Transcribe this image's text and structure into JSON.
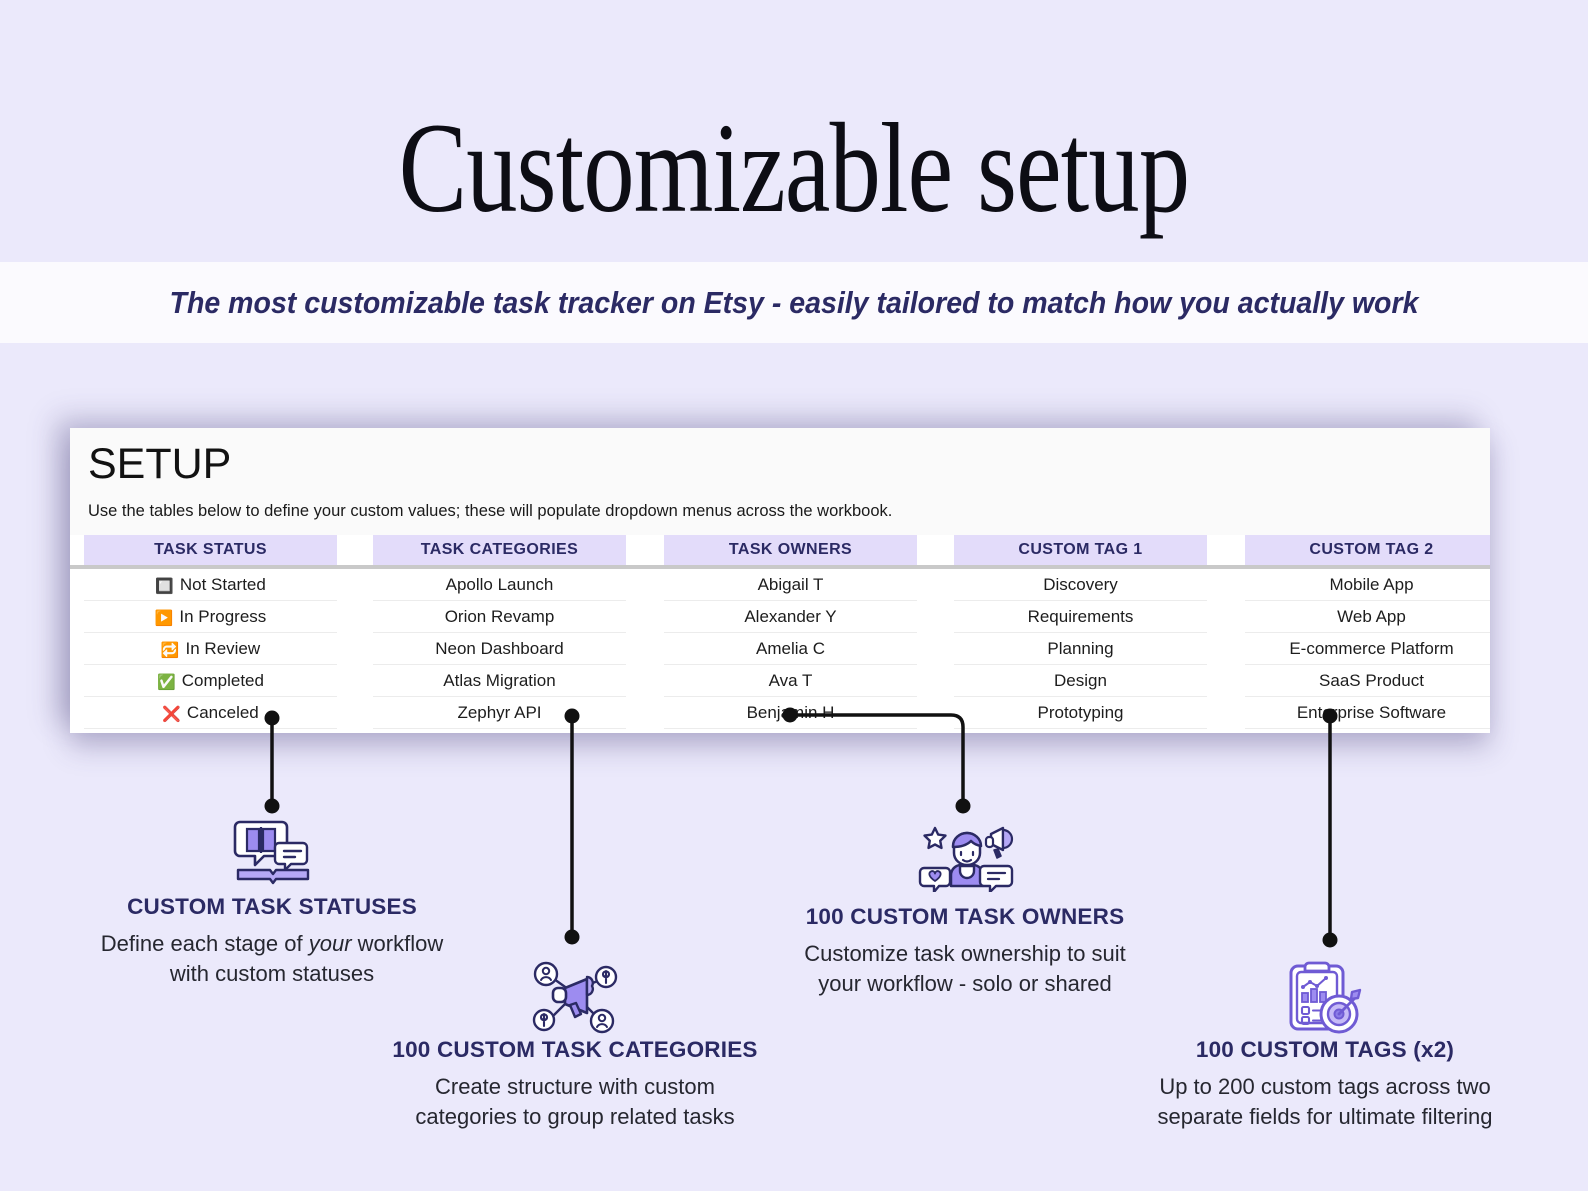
{
  "hero": {
    "title": "Customizable setup",
    "subtitle": "The most customizable task tracker on Etsy - easily tailored to match how you actually work"
  },
  "colors": {
    "page_background": "#ebe9fb",
    "subtitle_band": "#fbfafe",
    "accent_navy": "#2b2a64",
    "accent_purple": "#8b7ce8",
    "table_header_bg": "#e3dcfa",
    "panel_bg": "#ffffff",
    "panel_head_bg": "#fafafa",
    "connector": "#111111"
  },
  "panel": {
    "heading": "SETUP",
    "instructions": "Use the tables below to define your custom values; these will populate dropdown menus across the workbook.",
    "columns": [
      {
        "header": "TASK STATUS",
        "cells": [
          {
            "icon": "blue-square-icon",
            "glyph": "🔲",
            "label": "Not Started"
          },
          {
            "icon": "blue-play-icon",
            "glyph": "▶️",
            "label": "In Progress"
          },
          {
            "icon": "blue-cycle-icon",
            "glyph": "🔁",
            "label": "In Review"
          },
          {
            "icon": "green-check-icon",
            "glyph": "✅",
            "label": "Completed"
          },
          {
            "icon": "red-cross-icon",
            "glyph": "❌",
            "label": "Canceled"
          }
        ]
      },
      {
        "header": "TASK CATEGORIES",
        "cells": [
          {
            "label": "Apollo Launch"
          },
          {
            "label": "Orion Revamp"
          },
          {
            "label": "Neon Dashboard"
          },
          {
            "label": "Atlas Migration"
          },
          {
            "label": "Zephyr API"
          }
        ]
      },
      {
        "header": "TASK OWNERS",
        "cells": [
          {
            "label": "Abigail T"
          },
          {
            "label": "Alexander Y"
          },
          {
            "label": "Amelia C"
          },
          {
            "label": "Ava T"
          },
          {
            "label": "Benjamin H"
          }
        ]
      },
      {
        "header": "CUSTOM TAG 1",
        "cells": [
          {
            "label": "Discovery"
          },
          {
            "label": "Requirements"
          },
          {
            "label": "Planning"
          },
          {
            "label": "Design"
          },
          {
            "label": "Prototyping"
          }
        ]
      },
      {
        "header": "CUSTOM TAG 2",
        "cells": [
          {
            "label": "Mobile App"
          },
          {
            "label": "Web App"
          },
          {
            "label": "E-commerce Platform"
          },
          {
            "label": "SaaS Product"
          },
          {
            "label": "Enterprise Software"
          }
        ]
      }
    ]
  },
  "callouts": [
    {
      "icon": "open-book-speech-bubble-icon",
      "title": "CUSTOM TASK STATUSES",
      "desc_line1_a": "Define each stage of ",
      "desc_line1_em": "your",
      "desc_line1_b": " workflow",
      "desc_line2": "with custom statuses"
    },
    {
      "icon": "megaphone-network-icon",
      "title": "100 CUSTOM TASK CATEGORIES",
      "desc_line1": "Create structure with custom",
      "desc_line2": "categories to group related tasks"
    },
    {
      "icon": "person-avatar-badges-icon",
      "title": "100 CUSTOM TASK OWNERS",
      "desc_line1": "Customize task ownership to suit",
      "desc_line2": "your workflow - solo or shared"
    },
    {
      "icon": "clipboard-chart-target-icon",
      "title": "100 CUSTOM TAGS (x2)",
      "desc_line1": "Up to 200 custom tags across two",
      "desc_line2": "separate fields for ultimate filtering"
    }
  ]
}
